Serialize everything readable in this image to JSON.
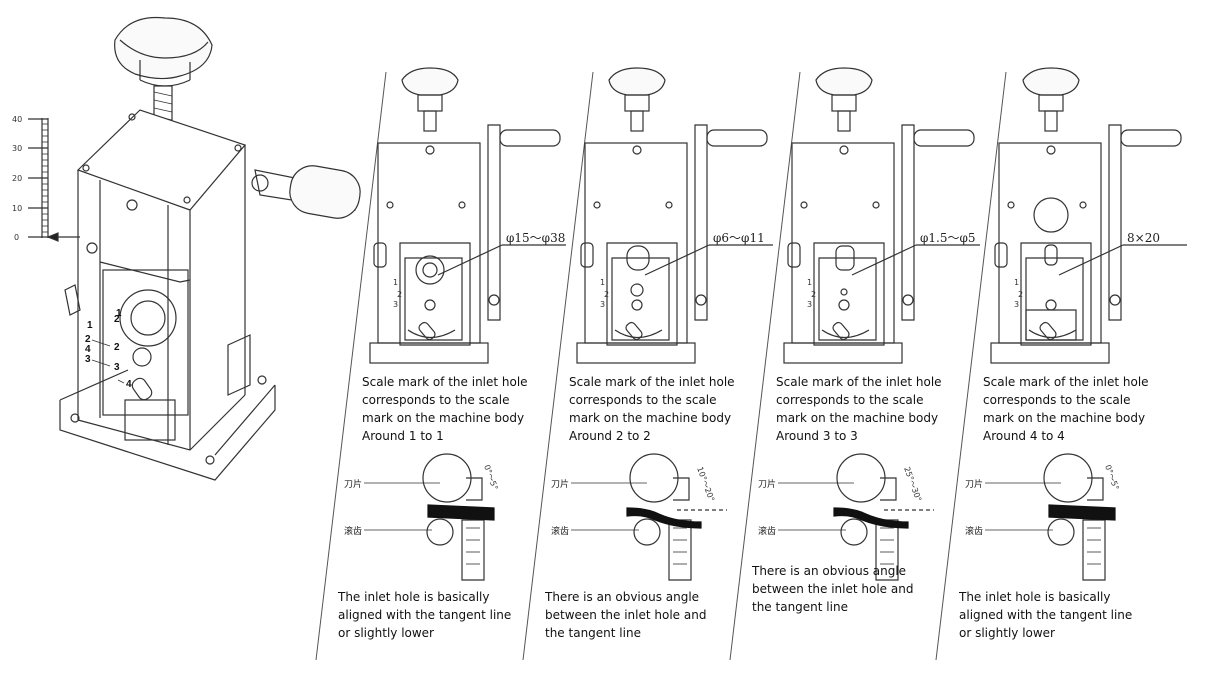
{
  "main_scale": {
    "ticks": [
      "40",
      "30",
      "20",
      "10",
      "0"
    ],
    "hole_marks": [
      "1",
      "2",
      "4",
      "3"
    ],
    "body_marks": [
      "1",
      "2",
      "3",
      "4"
    ]
  },
  "panels": [
    {
      "diameter_label": "φ15～φ38",
      "mark_labels": [
        "1",
        "2",
        "3"
      ],
      "caption": [
        "Scale mark of the inlet hole",
        "corresponds to the scale",
        "mark on the machine body",
        "Around 1 to 1"
      ],
      "blade_label": "刀片",
      "roller_label": "滚齿",
      "angle_label": "0°～5°",
      "note": [
        "The inlet hole is basically",
        "aligned with the tangent line",
        "or slightly lower"
      ]
    },
    {
      "diameter_label": "φ6～φ11",
      "mark_labels": [
        "1",
        "2",
        "3"
      ],
      "caption": [
        "Scale mark of the inlet hole",
        "corresponds to the scale",
        "mark on the machine body",
        "Around 2 to 2"
      ],
      "blade_label": "刀片",
      "roller_label": "滚齿",
      "angle_label": "10°～20°",
      "note": [
        "There is an obvious angle",
        "between the inlet hole and",
        "the tangent line"
      ]
    },
    {
      "diameter_label": "φ1.5～φ5",
      "mark_labels": [
        "1",
        "2",
        "3"
      ],
      "caption": [
        "Scale mark of the inlet hole",
        "corresponds to the scale",
        "mark on the machine body",
        "Around 3 to 3"
      ],
      "blade_label": "刀片",
      "roller_label": "滚齿",
      "angle_label": "25°～30°",
      "note": [
        "There is an obvious angle",
        "between the inlet hole and",
        "the tangent line"
      ]
    },
    {
      "diameter_label": "8×20",
      "mark_labels": [
        "1",
        "2",
        "3"
      ],
      "caption": [
        "Scale mark of the inlet hole",
        "corresponds to the scale",
        "mark on the machine body",
        "Around 4 to 4"
      ],
      "blade_label": "刀片",
      "roller_label": "滚齿",
      "angle_label": "0°～5°",
      "note": [
        "The inlet hole is basically",
        "aligned with the tangent line",
        "or slightly lower"
      ]
    }
  ]
}
